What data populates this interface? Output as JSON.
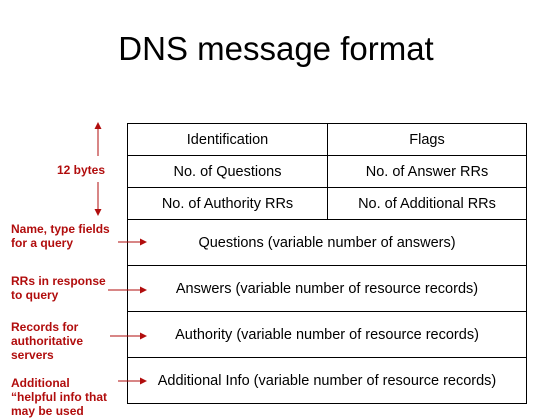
{
  "title": "DNS message format",
  "header_rows": [
    {
      "left": "Identification",
      "right": "Flags"
    },
    {
      "left": "No. of Questions",
      "right": "No. of Answer RRs"
    },
    {
      "left": "No. of Authority RRs",
      "right": "No. of Additional RRs"
    }
  ],
  "sections": [
    "Questions (variable number of answers)",
    "Answers (variable number of resource records)",
    "Authority (variable number of resource records)",
    "Additional Info (variable number of resource records)"
  ],
  "annotations": {
    "header_size": "12 bytes",
    "questions": "Name, type fields\nfor a query",
    "answers": "RRs in response\nto query",
    "authority": "Records for\nauthoritative\nservers",
    "additional": "Additional\n“helpful info that\nmay be used"
  },
  "colors": {
    "annotation": "#b10d0d",
    "border": "#000000"
  }
}
